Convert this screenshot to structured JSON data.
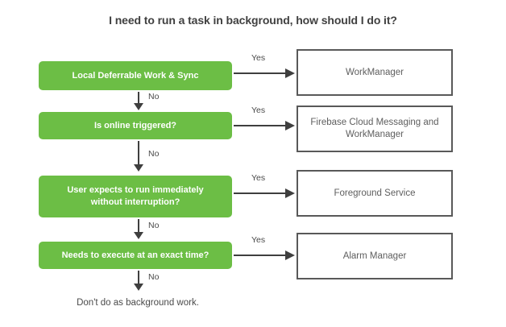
{
  "title": "I need to run a task in background, how should I do it?",
  "colors": {
    "decision_fill": "#6cbe45",
    "decision_text": "#ffffff",
    "outcome_border": "#595959",
    "outcome_text": "#5e5e5e",
    "connector": "#3f3f3f",
    "background": "#ffffff",
    "title_text": "#404040"
  },
  "labels": {
    "yes": "Yes",
    "no": "No"
  },
  "decisions": [
    {
      "id": "local-deferrable-work-sync",
      "text": "Local Deferrable Work & Sync"
    },
    {
      "id": "is-online-triggered",
      "text": "Is online triggered?"
    },
    {
      "id": "user-expects-immediate",
      "text": "User expects to run immediately\nwithout interruption?"
    },
    {
      "id": "needs-exact-time",
      "text": "Needs to execute at an exact time?"
    }
  ],
  "outcomes": [
    {
      "id": "workmanager",
      "text": "WorkManager"
    },
    {
      "id": "fcm-and-workmanager",
      "text": "Firebase Cloud Messaging and\nWorkManager"
    },
    {
      "id": "foreground-service",
      "text": "Foreground Service"
    },
    {
      "id": "alarm-manager",
      "text": "Alarm Manager"
    }
  ],
  "yes_branches": [
    {
      "label": "Yes"
    },
    {
      "label": "Yes"
    },
    {
      "label": "Yes"
    },
    {
      "label": "Yes"
    }
  ],
  "no_branches": [
    {
      "label": "No"
    },
    {
      "label": "No"
    },
    {
      "label": "No"
    },
    {
      "label": "No"
    }
  ],
  "footer": "Don't do as background work."
}
